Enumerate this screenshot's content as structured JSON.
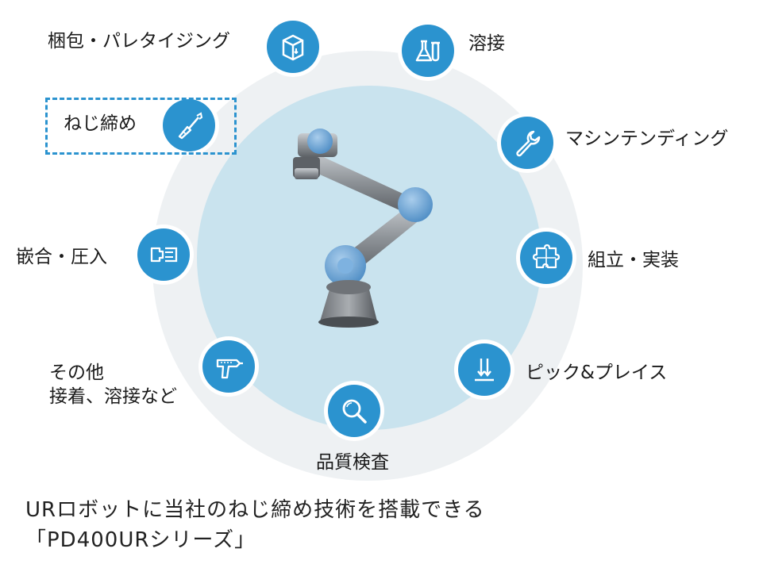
{
  "colors": {
    "accent": "#2b93cf",
    "outer_ring": "#eef1f3",
    "inner_disc": "#c9e3ee",
    "robot_joint": "#5f9fd4"
  },
  "applications": [
    {
      "id": "palletizing",
      "label": "梱包・パレタイジング",
      "icon": "box-icon"
    },
    {
      "id": "welding",
      "label": "溶接",
      "icon": "flask-icon"
    },
    {
      "id": "machine-tending",
      "label": "マシンテンディング",
      "icon": "wrench-icon"
    },
    {
      "id": "assembly",
      "label": "組立・実装",
      "icon": "puzzle-icon"
    },
    {
      "id": "pick-place",
      "label": "ピック&プレイス",
      "icon": "down-arrows-icon"
    },
    {
      "id": "inspection",
      "label": "品質検査",
      "icon": "magnifier-icon"
    },
    {
      "id": "other",
      "label_lines": [
        "その他",
        "接着、溶接など"
      ],
      "icon": "glue-gun-icon"
    },
    {
      "id": "press-fit",
      "label": "嵌合・圧入",
      "icon": "press-fit-icon"
    },
    {
      "id": "screw-fastening",
      "label": "ねじ締め",
      "icon": "screwdriver-icon",
      "highlighted": true
    }
  ],
  "caption": {
    "line1": "URロボットに当社のねじ締め技術を搭載できる",
    "line2": "「PD400URシリーズ」"
  }
}
